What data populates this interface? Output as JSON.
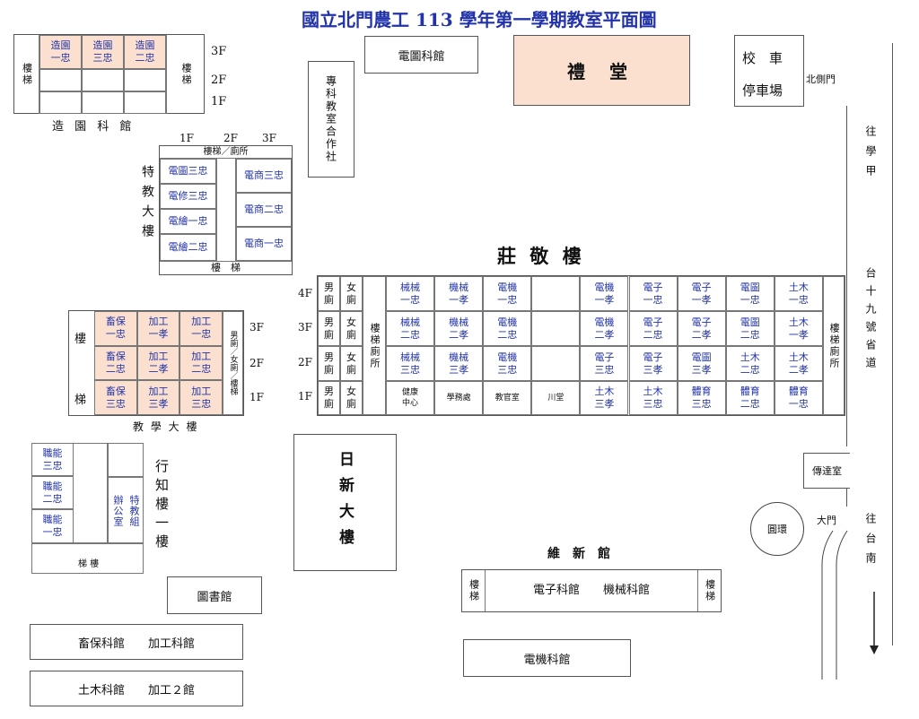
{
  "title": "國立北門農工 113 學年第一學期教室平面圖",
  "zaoyuan": {
    "name": "造 園 科 館",
    "stairs": "樓梯",
    "rooms": [
      "造園\n一忠",
      "造園\n三忠",
      "造園\n二忠"
    ],
    "floors": [
      "3F",
      "2F",
      "1F"
    ]
  },
  "zhuanke": "專科教室合作社",
  "diantu_hall": "電圖科館",
  "litang": "禮 堂",
  "bus": {
    "line1": "校　車",
    "line2": "停車場"
  },
  "north_gate": "北側門",
  "to_xuejia": "往學甲",
  "highway": "台十九號省道",
  "to_tainan": "往台南",
  "teja": {
    "name": "特教大樓",
    "floors": [
      "1F",
      "2F",
      "3F"
    ],
    "top": "樓梯／廁所",
    "bottom": "樓　梯",
    "left_rooms": [
      "電圖三忠",
      "電修三忠",
      "電繪一忠",
      "電繪二忠"
    ],
    "right_rooms": [
      "電商三忠",
      "電商二忠",
      "電商一忠"
    ]
  },
  "zhuangjing": {
    "name": "莊 敬 樓",
    "floors": [
      "4F",
      "3F",
      "2F",
      "1F"
    ],
    "male": "男\n廁",
    "female": "女\n廁",
    "stairs_left": "樓梯廁所",
    "stairs_right": "樓梯廁所",
    "rows": [
      [
        "械械\n一忠",
        "機械\n一孝",
        "電機\n一忠",
        "",
        "電機\n一孝",
        "電子\n一忠",
        "電子\n一孝",
        "電圖\n一忠",
        "土木\n一忠"
      ],
      [
        "械械\n二忠",
        "機械\n二孝",
        "電機\n二忠",
        "",
        "電機\n二孝",
        "電子\n二忠",
        "電子\n二孝",
        "電圖\n二忠",
        "土木\n一孝"
      ],
      [
        "械械\n三忠",
        "機械\n三孝",
        "電機\n三忠",
        "",
        "電子\n三忠",
        "電子\n三孝",
        "電圖\n三孝",
        "土木\n二忠",
        "土木\n二孝"
      ],
      [
        "健康\n中心",
        "學務處",
        "教官室",
        "川堂",
        "土木\n三孝",
        "土木\n三忠",
        "體育\n三忠",
        "體育\n二忠",
        "體育\n一忠"
      ]
    ]
  },
  "jiaoxue": {
    "name": "教 學 大 樓",
    "stairs": [
      "樓",
      "梯"
    ],
    "floors": [
      "3F",
      "2F",
      "1F"
    ],
    "side": "男廁／女廁／樓梯",
    "rooms": [
      [
        "畜保\n一忠",
        "加工\n一孝",
        "加工\n一忠"
      ],
      [
        "畜保\n二忠",
        "加工\n二孝",
        "加工\n二忠"
      ],
      [
        "畜保\n三忠",
        "加工\n三孝",
        "加工\n三忠"
      ]
    ]
  },
  "xingzhi": {
    "name": "行知樓一樓",
    "rooms": [
      "職能\n三忠",
      "職能\n二忠",
      "職能\n一忠"
    ],
    "office": "辦公室",
    "special": "特教組",
    "stairs": "梯 樓"
  },
  "rixin": "日新大樓",
  "library": "圖書館",
  "xushi": "畜保科館　　加工科館",
  "tumu": "土木科館　　加工２館",
  "weixin": {
    "name": "維　新　館",
    "stairs": "樓梯",
    "content": "電子科館　　機械科館"
  },
  "dianji_hall": "電機科館",
  "guard": "傳達室",
  "roundabout": "圓環",
  "main_gate": "大門"
}
